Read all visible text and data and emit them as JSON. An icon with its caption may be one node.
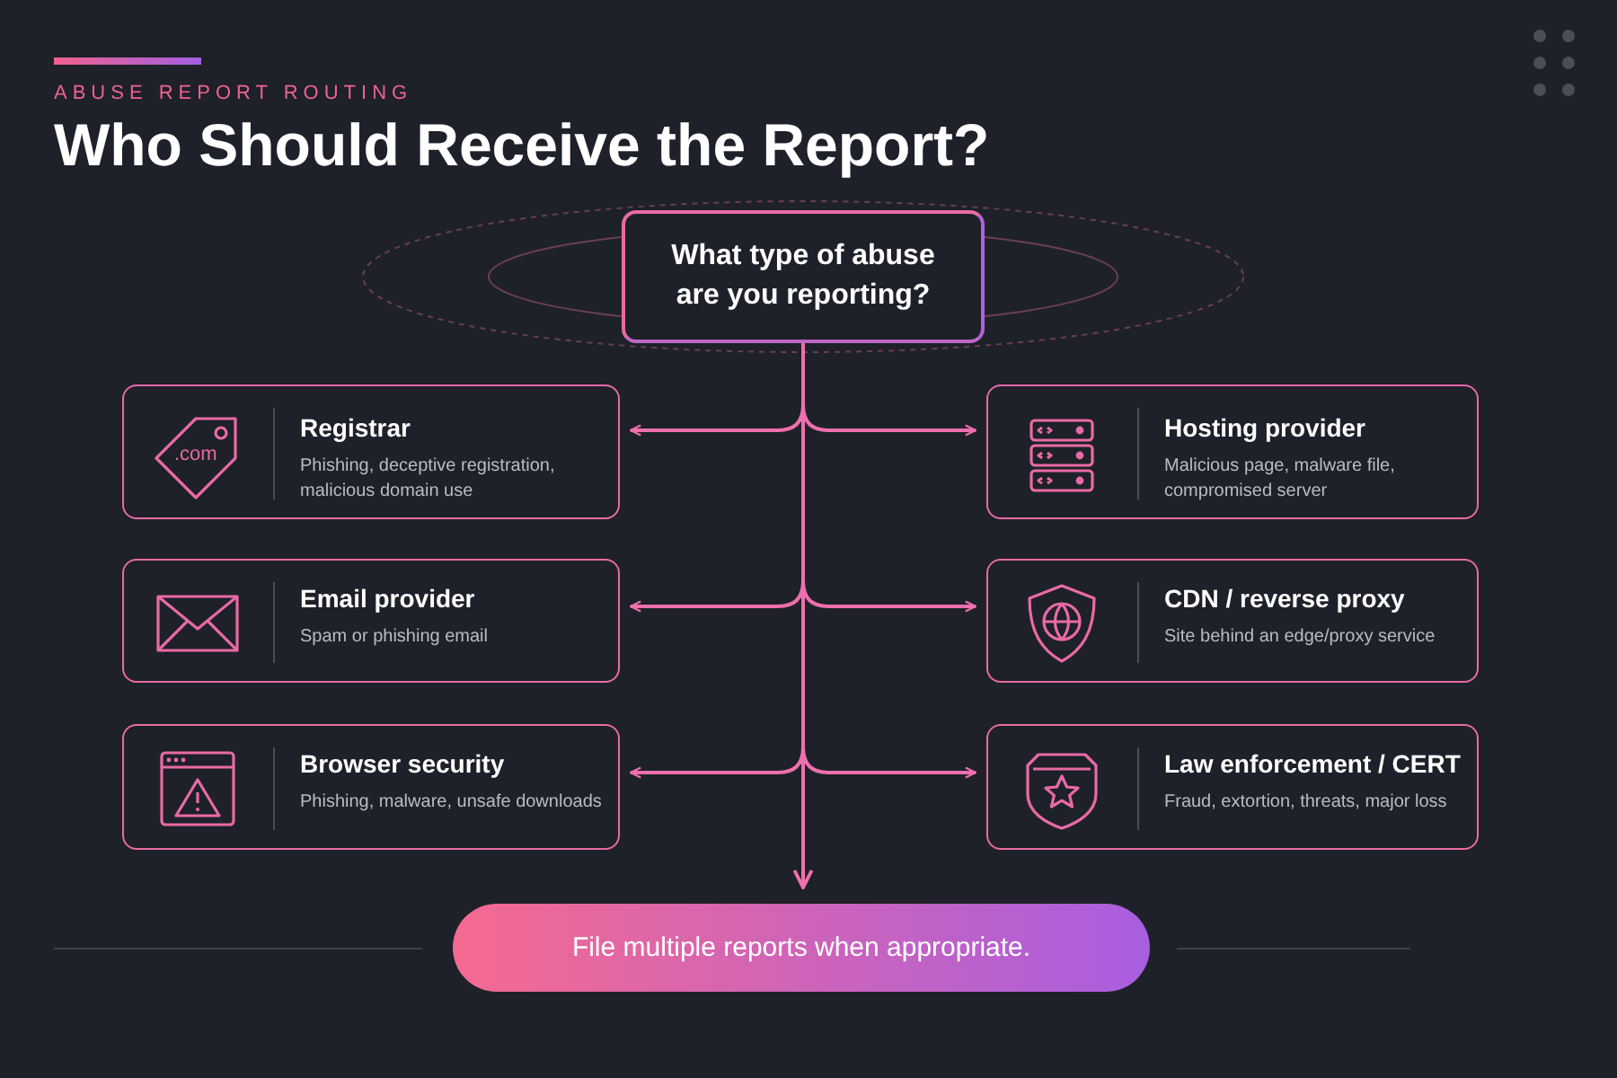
{
  "diagram": {
    "title": "Who Should Receive the Report?",
    "nodes": [
      {
        "text": [
          "What type of abuse are you reporting?"
        ]
      },
      {
        "text": [
          "Registrar",
          "Phishing, deceptive registration, malicious domain use"
        ]
      },
      {
        "text": [
          "Hosting provider",
          "Malicious page, malware file, compromised server"
        ]
      },
      {
        "text": [
          "Email provider",
          "Spam or phishing email"
        ]
      },
      {
        "text": [
          "CDN / reverse proxy",
          "Site behind an edge/proxy service"
        ]
      },
      {
        "text": [
          "Browser security",
          "Phishing, malware, unsafe downloads"
        ]
      },
      {
        "text": [
          "Law enforcement / CERT",
          "Fraud, extortion, threats, major loss"
        ]
      },
      {
        "text": [
          "File multiple reports when appropriate."
        ]
      }
    ],
    "edges": [
      {
        "from": 0,
        "to": 1,
        "arrow": "to"
      },
      {
        "from": 0,
        "to": 2,
        "arrow": "to"
      },
      {
        "from": 0,
        "to": 3,
        "arrow": "to"
      },
      {
        "from": 0,
        "to": 4,
        "arrow": "to"
      },
      {
        "from": 0,
        "to": 5,
        "arrow": "to"
      },
      {
        "from": 0,
        "to": 6,
        "arrow": "to"
      },
      {
        "from": 0,
        "to": 7,
        "arrow": "to"
      }
    ],
    "labels": [
      "ABUSE REPORT ROUTING",
      ".com"
    ]
  }
}
